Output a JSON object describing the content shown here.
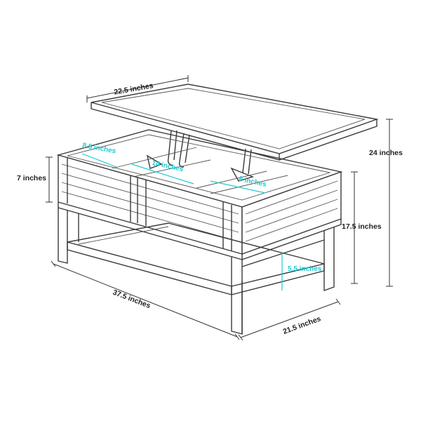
{
  "colors": {
    "line": "#3a3a3a",
    "dimension": "#333333",
    "inner_dimension": "#1ecbd3"
  },
  "dimensions": {
    "top_width": "22.5 inches",
    "drawer_depth": "8.5 inches",
    "inner_length": "14 inches",
    "inner_small": "8 inches",
    "side_height": "7 inches",
    "overall_height": "24 inches",
    "table_height": "17.5 inches",
    "shelf_clearance": "5.5 inches",
    "overall_length": "37.5 inches",
    "overall_width": "21.5 inches"
  }
}
